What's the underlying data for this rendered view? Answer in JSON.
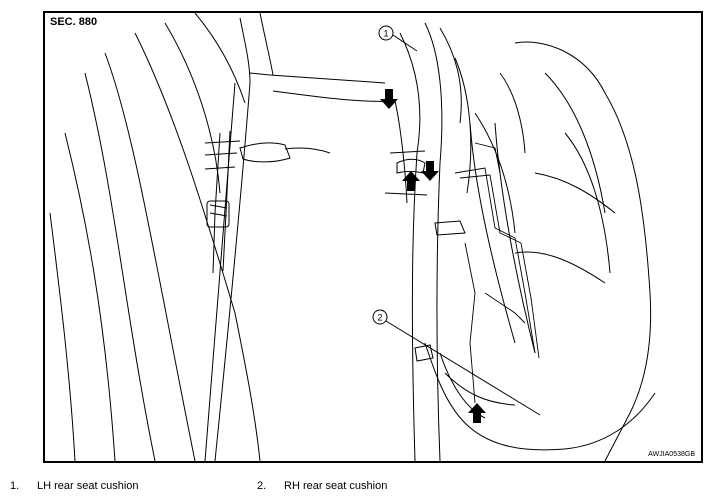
{
  "section_label": "SEC. 880",
  "figure_code": "AWJIA0538GB",
  "callouts": [
    "1",
    "2"
  ],
  "legend": [
    {
      "number": "1.",
      "label": "LH rear seat cushion"
    },
    {
      "number": "2.",
      "label": "RH rear seat cushion"
    }
  ]
}
